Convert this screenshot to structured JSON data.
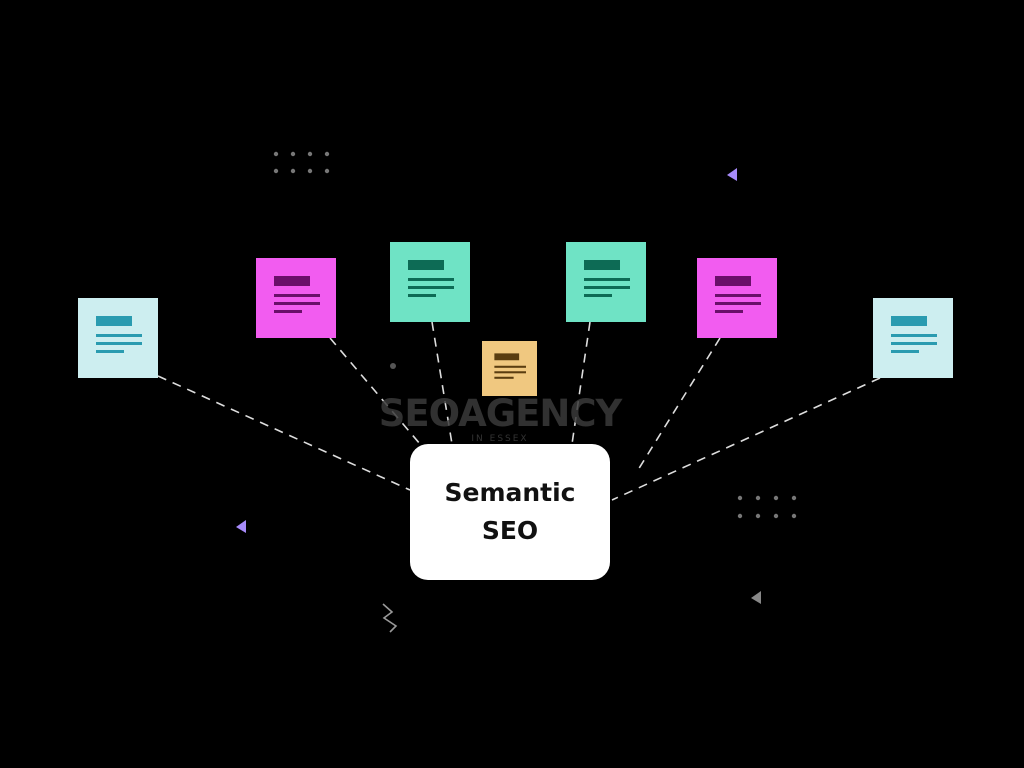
{
  "diagram": {
    "center_label": "Semantic\nSEO",
    "watermark": "SEOAGENCY",
    "watermark_sub": "IN ESSEX"
  },
  "colors": {
    "background": "#000000",
    "light_blue_card": "#cdeef0",
    "light_blue_bar": "#2a9bb0",
    "pink_card": "#f25cf0",
    "pink_bar": "#6a0f6a",
    "mint_card": "#6fe3c5",
    "mint_bar": "#0d6b55",
    "yellow_card": "#f0c880",
    "yellow_bar": "#5a3d10",
    "center_box": "#ffffff",
    "connector": "#dddddd",
    "accent_purple": "#a78bfa"
  },
  "nodes": [
    {
      "id": "doc-1",
      "style": "light-blue"
    },
    {
      "id": "doc-2",
      "style": "pink"
    },
    {
      "id": "doc-3",
      "style": "mint"
    },
    {
      "id": "doc-4",
      "style": "yellow"
    },
    {
      "id": "doc-5",
      "style": "mint"
    },
    {
      "id": "doc-6",
      "style": "pink"
    },
    {
      "id": "doc-7",
      "style": "light-blue"
    }
  ],
  "icons": [
    "dot-grid-icon",
    "triangle-icon",
    "zigzag-icon"
  ]
}
